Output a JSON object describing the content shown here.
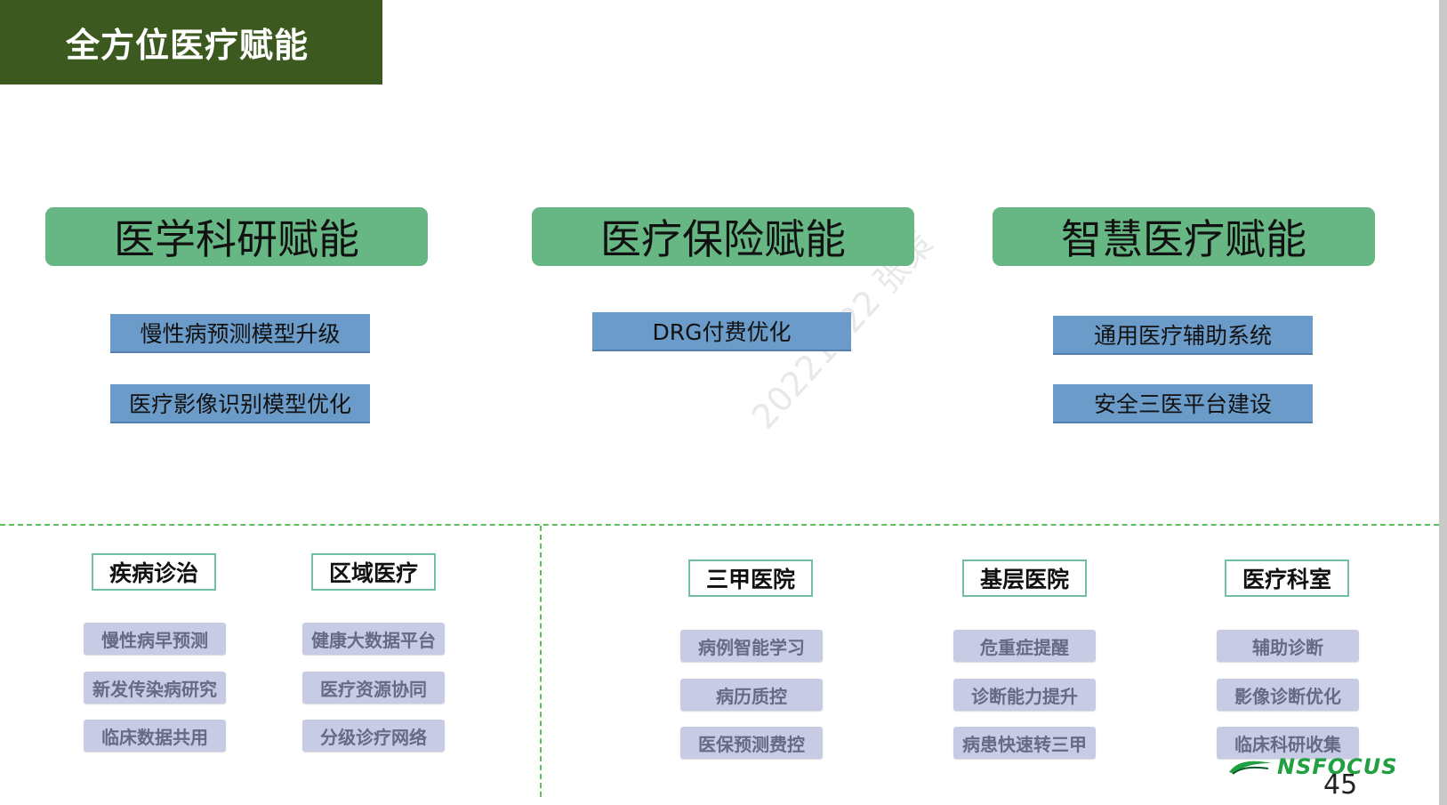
{
  "title": "全方位医疗赋能",
  "categories": [
    {
      "label": "医学科研赋能",
      "items": [
        "慢性病预测模型升级",
        "医疗影像识别模型优化"
      ]
    },
    {
      "label": "医疗保险赋能",
      "items": [
        "DRG付费优化"
      ]
    },
    {
      "label": "智慧医疗赋能",
      "items": [
        "通用医疗辅助系统",
        "安全三医平台建设"
      ]
    }
  ],
  "bottom_groups": [
    {
      "header": "疾病诊治",
      "items": [
        "慢性病早预测",
        "新发传染病研究",
        "临床数据共用"
      ]
    },
    {
      "header": "区域医疗",
      "items": [
        "健康大数据平台",
        "医疗资源协同",
        "分级诊疗网络"
      ]
    },
    {
      "header": "三甲医院",
      "items": [
        "病例智能学习",
        "病历质控",
        "医保预测费控"
      ]
    },
    {
      "header": "基层医院",
      "items": [
        "危重症提醒",
        "诊断能力提升",
        "病患快速转三甲"
      ]
    },
    {
      "header": "医疗科室",
      "items": [
        "辅助诊断",
        "影像诊断优化",
        "临床科研收集"
      ]
    }
  ],
  "watermark": "20221122 张策",
  "logo": {
    "text": "NSFOCUS",
    "icon": "nsfocus-logo-icon"
  },
  "page_number": "45",
  "colors": {
    "title_bg": "#3c5a1f",
    "category_bg": "#66b784",
    "item_bg": "#6b9bc9",
    "sub_item_bg": "#c7cbe3",
    "divider": "#5cbf5c",
    "header_border": "#6fbfa6"
  }
}
